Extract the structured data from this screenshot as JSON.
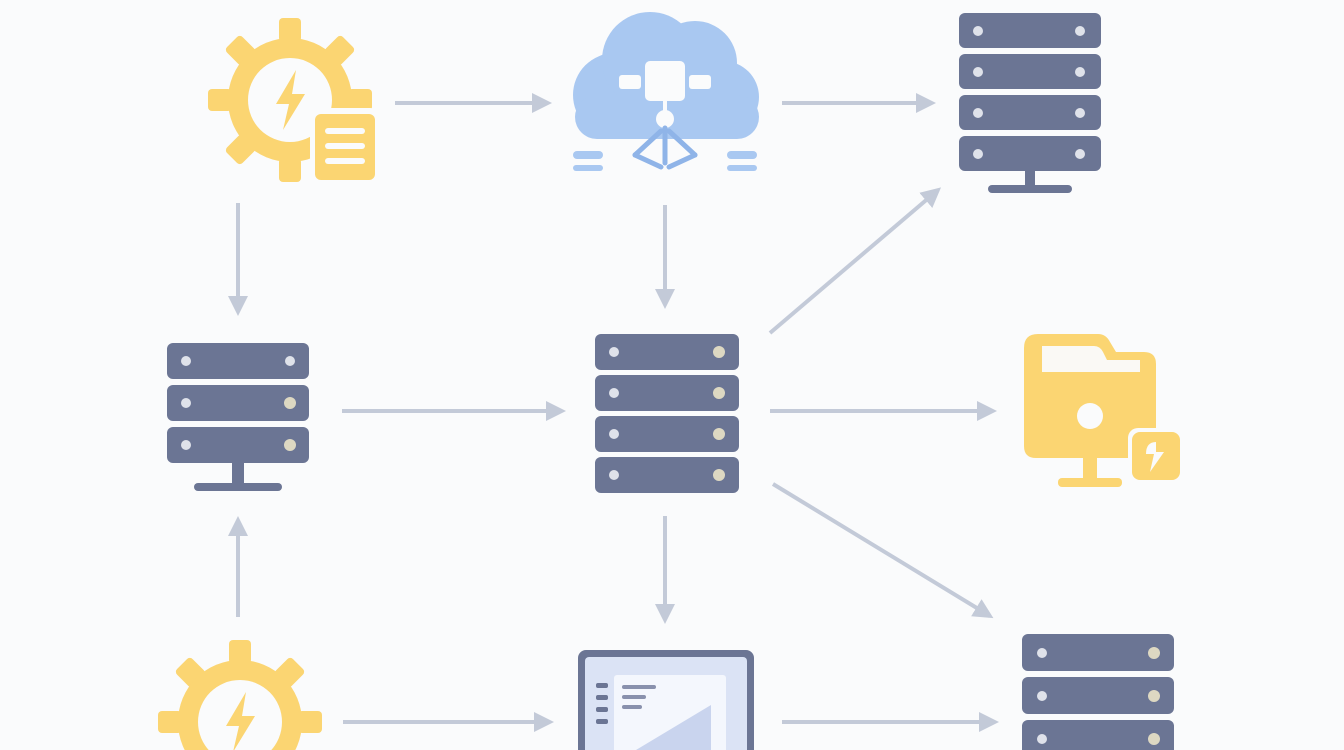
{
  "colors": {
    "background": "#fafbfc",
    "server": "#6b7594",
    "server_light": "#8991ad",
    "server_dot": "#dfe2ea",
    "server_dot_warm": "#ddd8c2",
    "gear": "#fbd572",
    "cloud": "#a9c8f1",
    "cloud_dark": "#8fb4e8",
    "arrow": "#c3cad8",
    "monitor_frame": "#6b7594",
    "monitor_screen": "#dbe3f5",
    "folder": "#fbd572"
  },
  "nodes": [
    {
      "id": "gear-doc",
      "icon": "gear-document-icon"
    },
    {
      "id": "cloud",
      "icon": "cloud-network-icon"
    },
    {
      "id": "server-top-right",
      "icon": "server-stack-icon"
    },
    {
      "id": "server-left",
      "icon": "server-stack-icon"
    },
    {
      "id": "server-center",
      "icon": "server-stack-icon"
    },
    {
      "id": "folder-monitor",
      "icon": "folder-monitor-icon"
    },
    {
      "id": "gear-bottom",
      "icon": "gear-bolt-icon"
    },
    {
      "id": "monitor",
      "icon": "monitor-chart-icon"
    },
    {
      "id": "server-bottom-right",
      "icon": "server-stack-icon"
    }
  ],
  "edges": [
    {
      "from": "gear-doc",
      "to": "cloud"
    },
    {
      "from": "cloud",
      "to": "server-top-right"
    },
    {
      "from": "gear-doc",
      "to": "server-left"
    },
    {
      "from": "cloud",
      "to": "server-center"
    },
    {
      "from": "server-center",
      "to": "server-top-right"
    },
    {
      "from": "server-left",
      "to": "server-center"
    },
    {
      "from": "server-center",
      "to": "folder-monitor"
    },
    {
      "from": "server-center",
      "to": "server-bottom-right"
    },
    {
      "from": "server-center",
      "to": "monitor"
    },
    {
      "from": "gear-bottom",
      "to": "server-left"
    },
    {
      "from": "gear-bottom",
      "to": "monitor"
    },
    {
      "from": "monitor",
      "to": "server-bottom-right"
    }
  ]
}
